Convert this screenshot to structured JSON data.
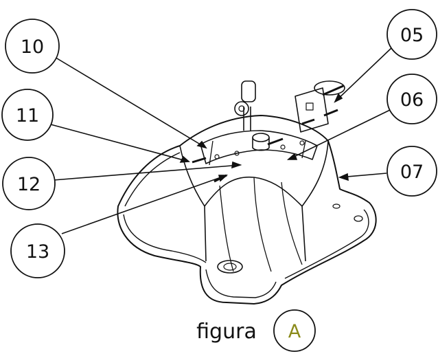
{
  "callouts": [
    {
      "id": "c10",
      "label": "10"
    },
    {
      "id": "c11",
      "label": "11"
    },
    {
      "id": "c12",
      "label": "12"
    },
    {
      "id": "c13",
      "label": "13"
    },
    {
      "id": "c05",
      "label": "05"
    },
    {
      "id": "c06",
      "label": "06"
    },
    {
      "id": "c07",
      "label": "07"
    }
  ],
  "caption": {
    "text": "figura",
    "badge": "A"
  },
  "colors": {
    "line": "#111111",
    "badge_text": "#8a8a1a",
    "background": "#ffffff"
  }
}
